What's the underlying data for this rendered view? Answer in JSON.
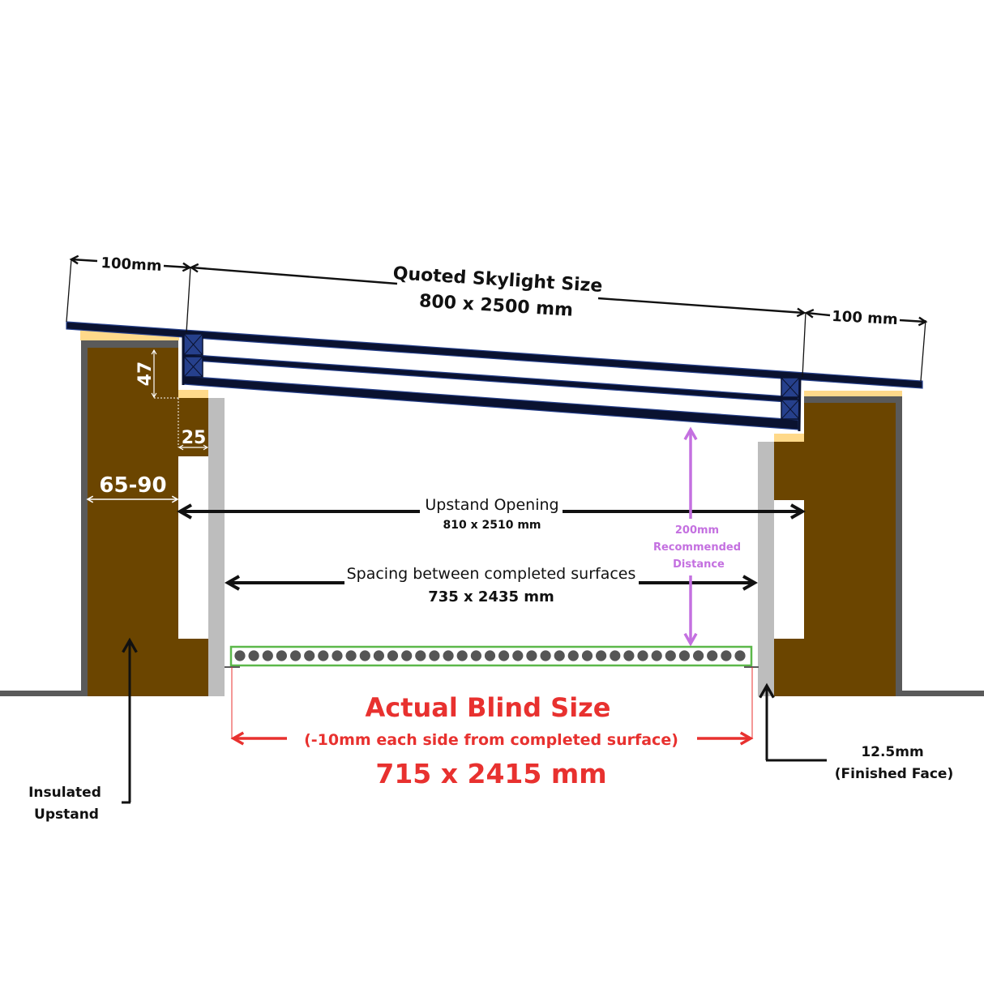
{
  "colors": {
    "insulation": "#6b4500",
    "wall_grey": "#5a5a5a",
    "plasterboard": "#bdbdbd",
    "seal_yellow": "#ffd98a",
    "frame_navy": "#0a1230",
    "frame_blue": "#26408c",
    "blind_green": "#5cb84a",
    "blind_dot": "#555555",
    "accent_red": "#e8312f",
    "accent_purple": "#c470e0",
    "text_black": "#111111",
    "text_white": "#ffffff"
  },
  "dimensions": {
    "left_overhang": "100mm",
    "right_overhang": "100 mm",
    "quoted_title": "Quoted Skylight Size",
    "quoted_value": "800 x 2500 mm",
    "step_height": "47",
    "step_width": "25",
    "upstand_width": "65-90"
  },
  "upstand_opening": {
    "label": "Upstand Opening",
    "value": "810 x 2510 mm"
  },
  "spacing": {
    "label": "Spacing between completed surfaces",
    "value": "735 x 2435 mm"
  },
  "recommended": {
    "line1": "200mm",
    "line2": "Recommended",
    "line3": "Distance"
  },
  "blind": {
    "title": "Actual Blind Size",
    "note": "(-10mm each side from completed surface)",
    "value": "715 x 2415 mm",
    "dot_count": 37
  },
  "labels": {
    "insulated_line1": "Insulated",
    "insulated_line2": "Upstand",
    "finished_line1": "12.5mm",
    "finished_line2": "(Finished Face)"
  }
}
